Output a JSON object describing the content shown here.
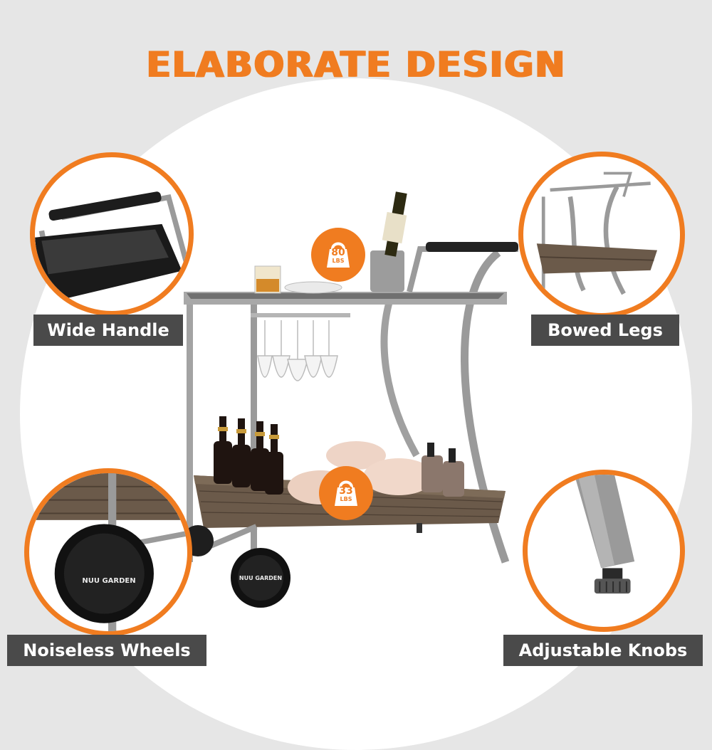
{
  "title": "ELABORATE DESIGN",
  "features": {
    "wide_handle": "Wide Handle",
    "bowed_legs": "Bowed Legs",
    "noiseless_wheels": "Noiseless Wheels",
    "adjustable_knobs": "Adjustable Knobs"
  },
  "badges": {
    "top": {
      "value": "80",
      "unit": "LBS"
    },
    "bottom": {
      "value": "33",
      "unit": "LBS"
    }
  },
  "brand": "NUU GARDEN",
  "colors": {
    "accent": "#f07c20",
    "label_bg": "#4a4a4a",
    "frame": "#9a9a9a",
    "wicker": "#6b5a4a"
  }
}
